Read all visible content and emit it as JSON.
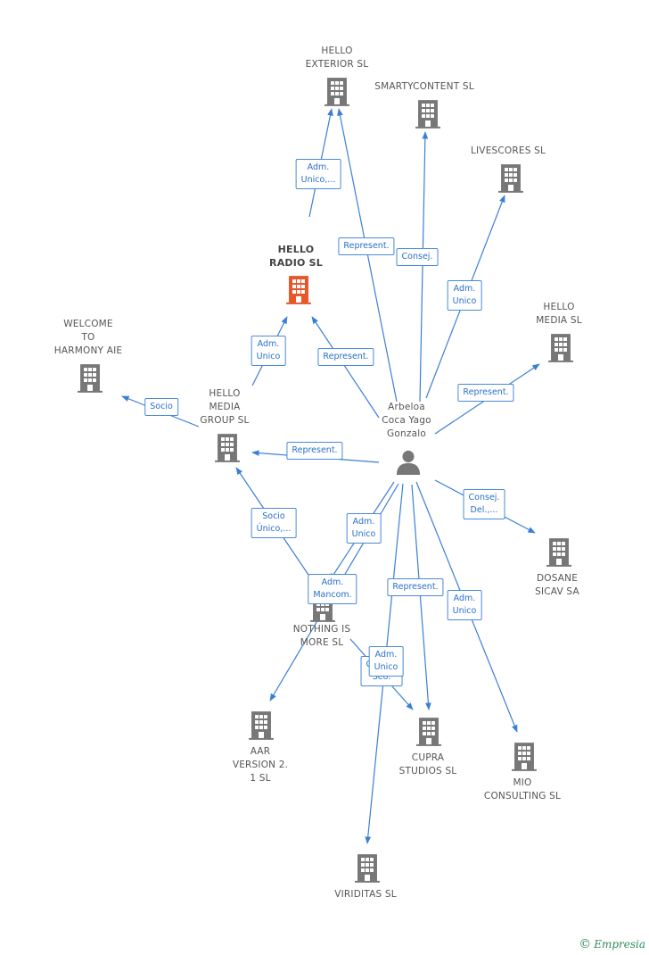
{
  "colors": {
    "building": "#777777",
    "focus_building": "#e8562a",
    "person": "#777777",
    "edge": "#3a7fd6",
    "edge_label": "#2a6fc9"
  },
  "nodes": [
    {
      "id": "hello-exterior",
      "label": "HELLO\nEXTERIOR  SL",
      "type": "company"
    },
    {
      "id": "smartycontent",
      "label": "SMARTYCONTENT SL",
      "type": "company"
    },
    {
      "id": "livescores",
      "label": "LIVESCORES SL",
      "type": "company"
    },
    {
      "id": "hello-radio",
      "label": "HELLO\nRADIO  SL",
      "type": "focus"
    },
    {
      "id": "hello-media",
      "label": "HELLO\nMEDIA SL",
      "type": "company"
    },
    {
      "id": "welcome-harmony",
      "label": "WELCOME\nTO\nHARMONY AIE",
      "type": "company"
    },
    {
      "id": "hello-media-group",
      "label": "HELLO\nMEDIA\nGROUP  SL",
      "type": "company"
    },
    {
      "id": "arbeloa",
      "label": "Arbeloa\nCoca Yago\nGonzalo",
      "type": "person"
    },
    {
      "id": "dosane",
      "label": "DOSANE\nSICAV SA",
      "type": "company"
    },
    {
      "id": "nothing-is-more",
      "label": "NOTHING IS\nMORE SL",
      "type": "company"
    },
    {
      "id": "aar-version",
      "label": "AAR\nVERSION 2.\n1 SL",
      "type": "company"
    },
    {
      "id": "cupra-studios",
      "label": "CUPRA\nSTUDIOS SL",
      "type": "company"
    },
    {
      "id": "mio-consulting",
      "label": "MIO\nCONSULTING SL",
      "type": "company"
    },
    {
      "id": "viriditas",
      "label": "VIRIDITAS SL",
      "type": "company"
    }
  ],
  "edges": [
    {
      "id": "e1",
      "from": "hello-radio",
      "to": "hello-exterior",
      "label": "Adm.\nUnico,..."
    },
    {
      "id": "e2",
      "from": "arbeloa",
      "to": "hello-exterior",
      "label": "Represent."
    },
    {
      "id": "e3",
      "from": "arbeloa",
      "to": "smartycontent",
      "label": "Consej."
    },
    {
      "id": "e4",
      "from": "arbeloa",
      "to": "livescores",
      "label": "Adm.\nUnico"
    },
    {
      "id": "e5",
      "from": "arbeloa",
      "to": "hello-radio",
      "label": "Represent."
    },
    {
      "id": "e6",
      "from": "hello-media-group",
      "to": "hello-radio",
      "label": "Adm.\nUnico"
    },
    {
      "id": "e7",
      "from": "arbeloa",
      "to": "hello-media",
      "label": "Represent."
    },
    {
      "id": "e8",
      "from": "hello-media-group",
      "to": "welcome-harmony",
      "label": "Socio"
    },
    {
      "id": "e9",
      "from": "arbeloa",
      "to": "hello-media-group",
      "label": "Represent."
    },
    {
      "id": "e10",
      "from": "nothing-is-more",
      "to": "hello-media-group",
      "label": "Socio\nÚnico,..."
    },
    {
      "id": "e11",
      "from": "arbeloa",
      "to": "dosane",
      "label": "Consej.\nDel.,..."
    },
    {
      "id": "e12",
      "from": "arbeloa",
      "to": "nothing-is-more",
      "label": "Adm.\nUnico"
    },
    {
      "id": "e13",
      "from": "arbeloa",
      "to": "aar-version",
      "label": "Adm.\nMancom."
    },
    {
      "id": "e14",
      "from": "arbeloa",
      "to": "cupra-studios",
      "label": "Represent."
    },
    {
      "id": "e15",
      "from": "nothing-is-more",
      "to": "cupra-studios",
      "label": "Consej.\nSeo."
    },
    {
      "id": "e16",
      "from": "arbeloa",
      "to": "mio-consulting",
      "label": "Adm.\nUnico"
    },
    {
      "id": "e17",
      "from": "arbeloa",
      "to": "viriditas",
      "label": "Adm.\nUnico"
    }
  ],
  "watermark": {
    "symbol": "©",
    "text": "Empresia"
  }
}
